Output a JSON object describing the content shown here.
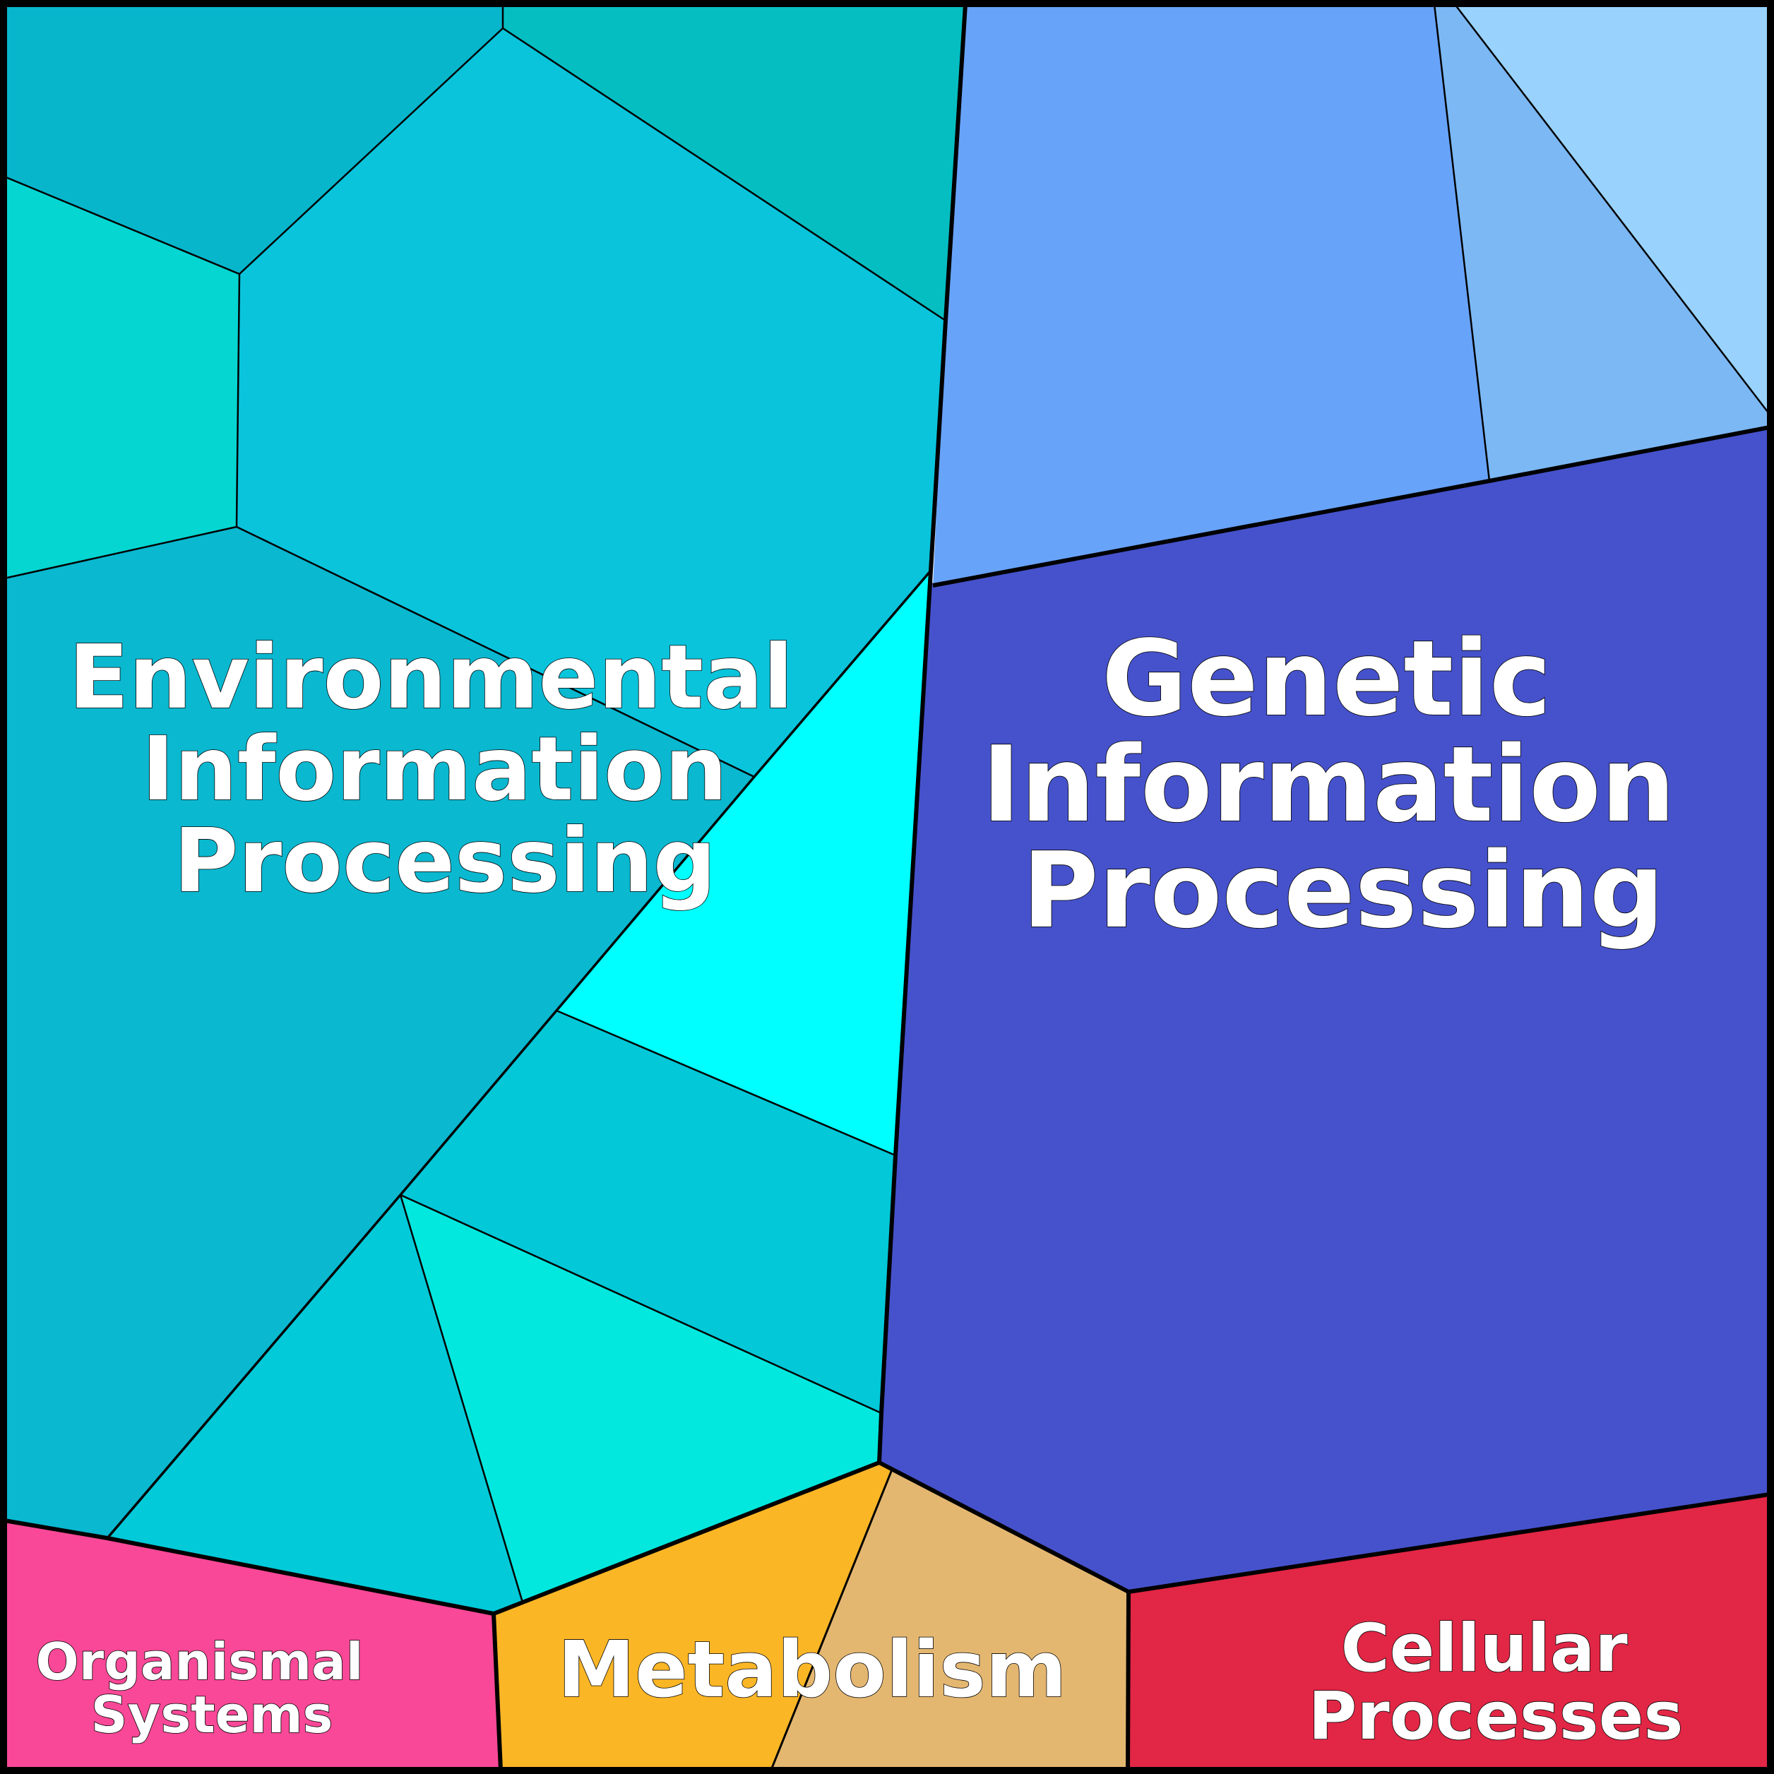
{
  "diagram": {
    "type": "voronoi-treemap",
    "categories": [
      {
        "id": "environmental",
        "lines": [
          "Environmental",
          "Information",
          "Processing"
        ],
        "color": "#0ab8d0"
      },
      {
        "id": "genetic",
        "lines": [
          "Genetic",
          "Information",
          "Processing"
        ],
        "color": "#4652cc"
      },
      {
        "id": "organismal",
        "lines": [
          "Organismal",
          "Systems"
        ],
        "color": "#f94897"
      },
      {
        "id": "metabolism",
        "lines": [
          "Metabolism"
        ],
        "color": "#fbb626"
      },
      {
        "id": "cellular",
        "lines": [
          "Cellular",
          "Processes"
        ],
        "color": "#e22645"
      }
    ],
    "cell_colors": {
      "env_top_left": "#08b6cc",
      "env_top_right": "#05bec2",
      "env_left_small": "#06d6d2",
      "env_big_center": "#0ac4dc",
      "env_large_left": "#0ab8d0",
      "env_bright": "#00ffff",
      "env_mid_right": "#02c8d8",
      "env_lower_right": "#03e8de",
      "env_lower_left": "#02cad9",
      "gen_top_left": "#68a3fa",
      "gen_top_mid": "#7cb8f4",
      "gen_top_right": "#99d3fd",
      "gen_main": "#4652cc",
      "org_main": "#f94897",
      "met_left": "#fbb626",
      "met_right": "#e4b771",
      "cel_main": "#e22645"
    }
  }
}
